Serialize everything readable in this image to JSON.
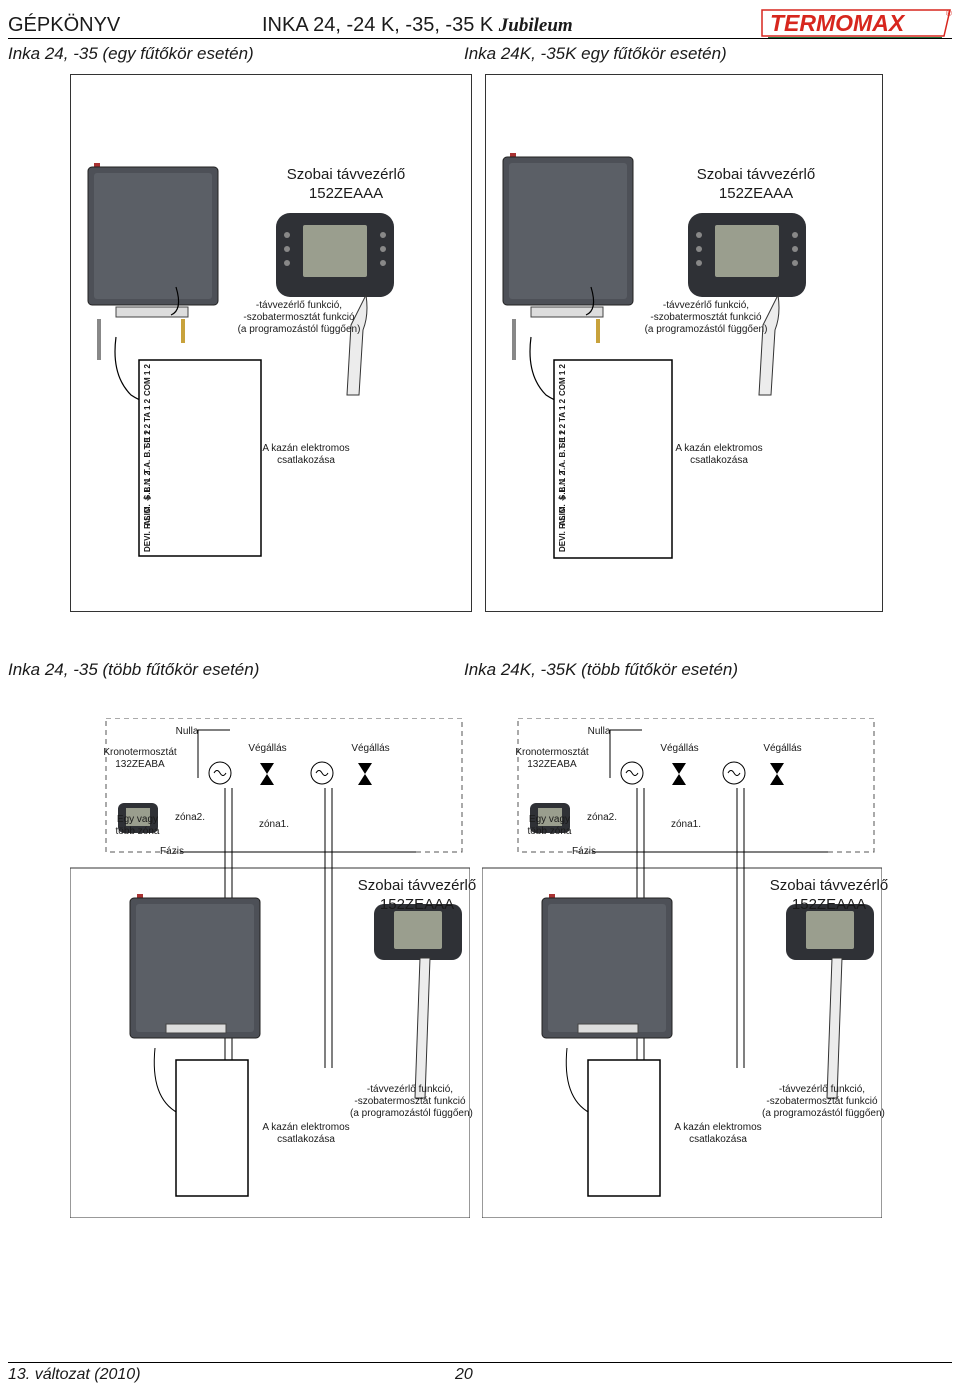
{
  "header": {
    "left_title": "GÉPKÖNYV",
    "model_title": "INKA 24, -24 K, -35, -35 K",
    "model_suffix": "Jubileum",
    "brand": "TERMOMAX",
    "brand_mark": "®"
  },
  "sections": {
    "single_left": "Inka 24, -35 (egy fűtőkör esetén)",
    "single_right": "Inka 24K, -35K egy fűtőkör esetén)",
    "multi_left": "Inka 24, -35 (több fűtőkör esetén)",
    "multi_right": "Inka 24K, -35K (több fűtőkör esetén)"
  },
  "labels": {
    "remote_line1": "Szobai távvezérlő",
    "remote_line2": "152ZEAAA",
    "func_line1": "-távvezérlő funkció,",
    "func_line2": "-szobatermosztát funkció",
    "func_line3": "(a programozástól függően)",
    "elec_line1": "A kazán elektromos",
    "elec_line2": "csatlakozása",
    "null": "Nulla",
    "phase": "Fázis",
    "kron_line1": "Kronotermosztát",
    "kron_line2": "132ZEABA",
    "limit": "Végállás",
    "zone_line1": "Egy vagy",
    "zone_line2": "több zóna",
    "zone2": "zóna2.",
    "zone1": "zóna1."
  },
  "terminal_labels": [
    "DEVI. R S C",
    "ALIM. ⏚ L N",
    "S.B. 1 2",
    "T.A. B.T. 1 2",
    "SE 1 2",
    "TA 1 2",
    "COM 1 2"
  ],
  "footer": {
    "version": "13. változat (2010)",
    "page_number": "20"
  },
  "colors": {
    "brand_red": "#d7261e",
    "boiler_body": "#4d5057",
    "remote_body": "#2f3136",
    "remote_screen": "#9a9e8e"
  }
}
